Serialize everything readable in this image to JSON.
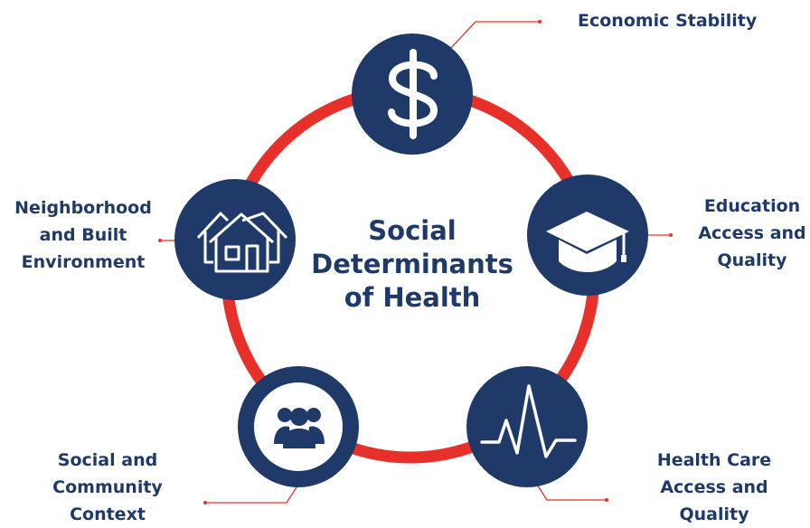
{
  "diagram": {
    "title_lines": [
      "Social",
      "Determinants",
      "of Health"
    ],
    "nodes": [
      {
        "id": "economic",
        "icon": "dollar-icon",
        "lines": [
          "Economic Stability"
        ]
      },
      {
        "id": "education",
        "icon": "graduation-cap-icon",
        "lines": [
          "Education",
          "Access and",
          "Quality"
        ]
      },
      {
        "id": "healthcare",
        "icon": "heartbeat-icon",
        "lines": [
          "Health Care",
          "Access and",
          "Quality"
        ]
      },
      {
        "id": "community",
        "icon": "people-group-icon",
        "lines": [
          "Social and",
          "Community",
          "Context"
        ]
      },
      {
        "id": "neighborhood",
        "icon": "houses-icon",
        "lines": [
          "Neighborhood",
          "and Built",
          "Environment"
        ]
      }
    ],
    "colors": {
      "navy": "#1f3a68",
      "red": "#e8302a",
      "white": "#ffffff"
    }
  }
}
